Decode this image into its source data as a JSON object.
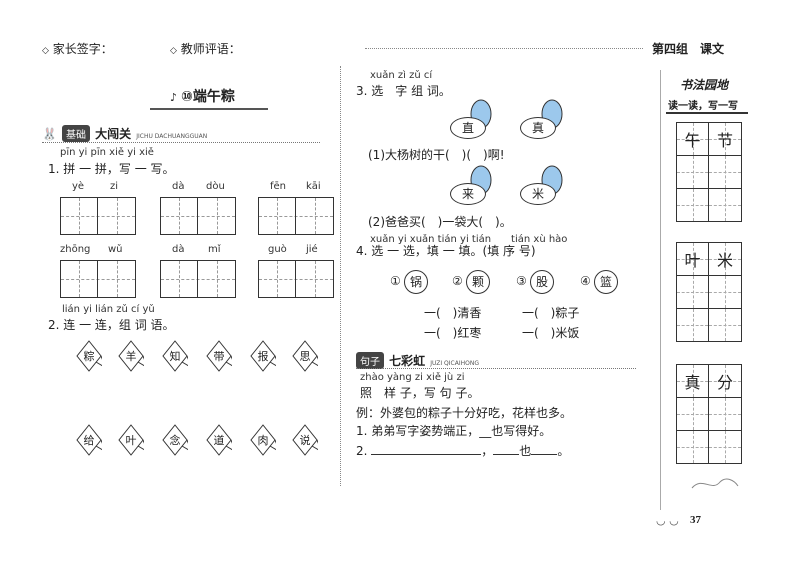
{
  "header": {
    "parent_sign": "家长签字：",
    "teacher_comment": "教师评语：",
    "unit": "第四组　课文"
  },
  "lesson": {
    "title": "⑩端午粽"
  },
  "section_basic": {
    "badge": "基础",
    "title": "大闯关",
    "pinyin": "JICHU DACHUANGGUAN"
  },
  "q1": {
    "pinyin": "pīn yi pīn xiě yi xiě",
    "label": "1. 拼 一 拼，写 一 写。",
    "items": [
      {
        "p1": "yè",
        "p2": "zi"
      },
      {
        "p1": "dà",
        "p2": "dòu"
      },
      {
        "p1": "fēn",
        "p2": "kāi"
      },
      {
        "p1": "zhōng",
        "p2": "wǔ"
      },
      {
        "p1": "dà",
        "p2": "mǐ"
      },
      {
        "p1": "guò",
        "p2": "jié"
      }
    ]
  },
  "q2": {
    "pinyin": "lián yi lián zǔ cí yǔ",
    "label": "2. 连 一 连，组 词 语。",
    "top": [
      "粽",
      "羊",
      "知",
      "带",
      "报",
      "思"
    ],
    "bottom": [
      "给",
      "叶",
      "念",
      "道",
      "肉",
      "说"
    ]
  },
  "q3": {
    "pinyin": "xuǎn zì zǔ cí",
    "label": "3. 选　字 组 词。",
    "chars1": [
      "直",
      "真"
    ],
    "line1": "(1)大杨树的干(　)(　)啊!",
    "chars2": [
      "来",
      "米"
    ],
    "line2": "(2)爸爸买(　)一袋大(　)。"
  },
  "q4": {
    "pinyin": "xuǎn yi xuǎn tián yi tián　　tián xù hào",
    "label": "4. 选 一 选，填 一 填。(填 序 号)",
    "options": [
      {
        "num": "①",
        "char": "锅"
      },
      {
        "num": "②",
        "char": "颗"
      },
      {
        "num": "③",
        "char": "股"
      },
      {
        "num": "④",
        "char": "篮"
      }
    ],
    "blanks": [
      "一(　)清香",
      "一(　)粽子",
      "一(　)红枣",
      "一(　)米饭"
    ]
  },
  "section_sentence": {
    "badge": "句子",
    "title": "七彩虹",
    "pinyin": "JUZI QICAIHONG"
  },
  "q5": {
    "pinyin": "zhào yàng zi xiě jù zi",
    "label": "照　样 子，写 句 子。",
    "example": "例：外婆包的粽子十分好吃，花样也多。",
    "line1": "1. 弟弟写字姿势端正，__也写得好。",
    "line2_prefix": "2.",
    "line2_mid": "，",
    "line2_ye": "也",
    "line2_end": "。"
  },
  "right_panel": {
    "title": "书法园地",
    "subtitle": "读一读，写一写",
    "pairs": [
      [
        "午",
        "节"
      ],
      [
        "叶",
        "米"
      ],
      [
        "真",
        "分"
      ]
    ]
  },
  "page_number": "37"
}
